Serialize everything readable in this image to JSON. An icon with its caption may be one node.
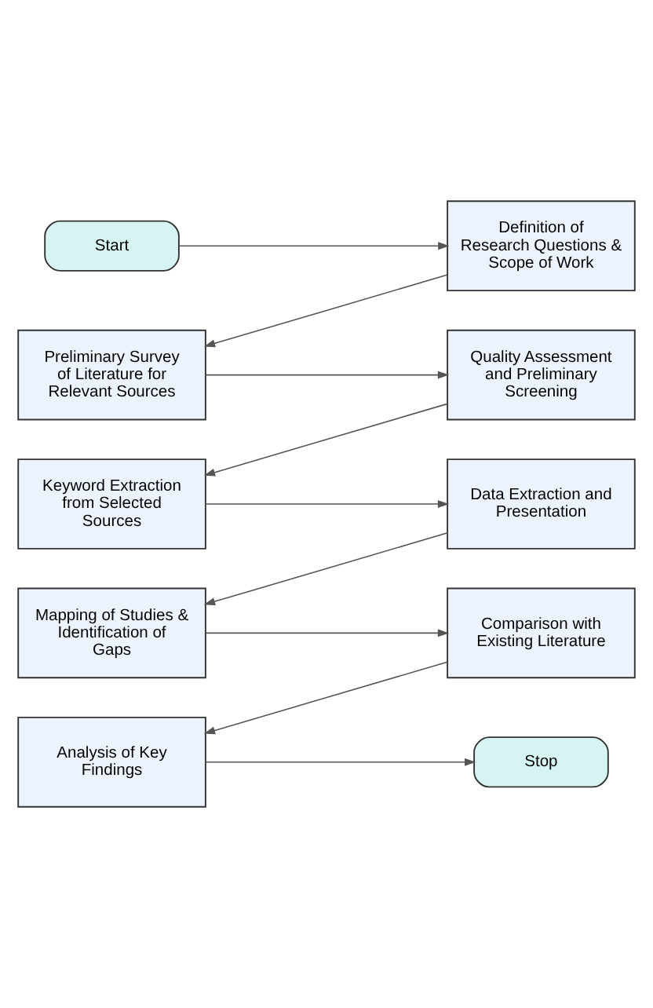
{
  "diagram": {
    "nodes": [
      {
        "text": [
          "Start"
        ]
      },
      {
        "text": [
          "Definition of Research Questions & Scope of Work"
        ]
      },
      {
        "text": [
          "Preliminary Survey of Literature for Relevant Sources"
        ]
      },
      {
        "text": [
          "Quality Assessment and Preliminary Screening"
        ]
      },
      {
        "text": [
          "Keyword Extraction from Selected Sources"
        ]
      },
      {
        "text": [
          "Data Extraction and Presentation"
        ]
      },
      {
        "text": [
          "Mapping of Studies & Identification of Gaps"
        ]
      },
      {
        "text": [
          "Comparison with Existing Literature"
        ]
      },
      {
        "text": [
          "Analysis of Key Findings"
        ]
      },
      {
        "text": [
          "Stop"
        ]
      }
    ],
    "edges": [
      {
        "from": 0,
        "to": 1,
        "arrow": "to"
      },
      {
        "from": 1,
        "to": 2,
        "arrow": "to"
      },
      {
        "from": 2,
        "to": 3,
        "arrow": "to"
      },
      {
        "from": 3,
        "to": 4,
        "arrow": "to"
      },
      {
        "from": 4,
        "to": 5,
        "arrow": "to"
      },
      {
        "from": 5,
        "to": 6,
        "arrow": "to"
      },
      {
        "from": 6,
        "to": 7,
        "arrow": "to"
      },
      {
        "from": 7,
        "to": 8,
        "arrow": "to"
      },
      {
        "from": 8,
        "to": 9,
        "arrow": "to"
      }
    ]
  }
}
